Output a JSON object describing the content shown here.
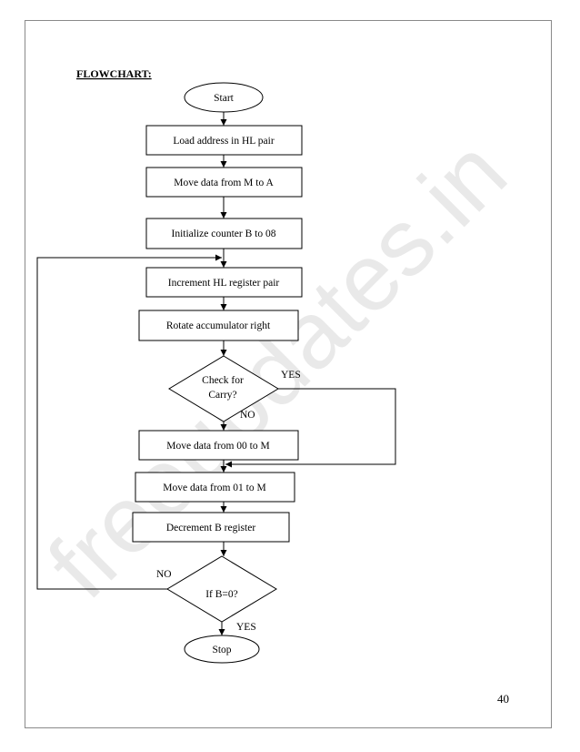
{
  "heading": "FLOWCHART:",
  "watermark": "freeupdates.in",
  "page_number": "40",
  "nodes": {
    "start": "Start",
    "load": "Load address in HL pair",
    "move_m_a": "Move data from M to A",
    "init_b": "Initialize counter B to 08",
    "inc_hl": "Increment HL register pair",
    "rotate": "Rotate accumulator right",
    "check_line1": "Check for",
    "check_line2": "Carry?",
    "move_00": "Move data from 00 to M",
    "move_01": "Move data from 01 to M",
    "dec_b": "Decrement B register",
    "if_b0": "If B=0?",
    "stop": "Stop"
  },
  "edge_labels": {
    "carry_yes": "YES",
    "carry_no": "NO",
    "b0_no": "NO",
    "b0_yes": "YES"
  }
}
